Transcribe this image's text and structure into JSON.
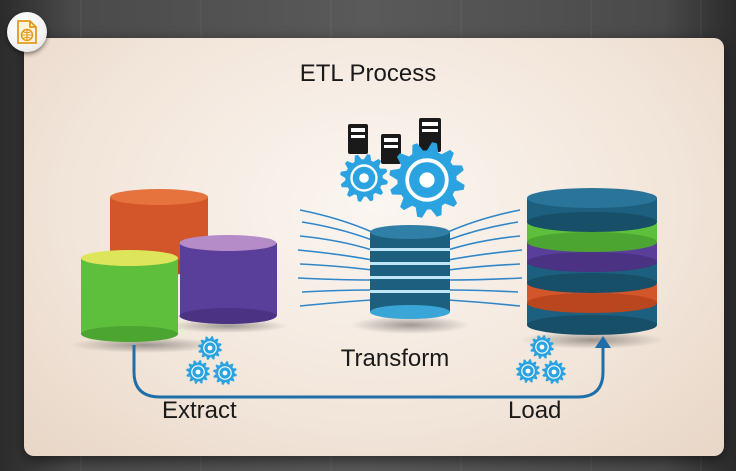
{
  "diagram": {
    "title": "ETL Process",
    "stages": {
      "extract": "Extract",
      "transform": "Transform",
      "load": "Load"
    }
  },
  "colors": {
    "flow_arrow": "#1f6ea8",
    "gear": "#2aa3e0",
    "source_orange": "#d2562a",
    "source_green": "#5ebf3c",
    "source_purple": "#5a3f9a",
    "warehouse_teal": "#1d5f7e"
  },
  "icons": [
    "app-badge-icon",
    "server-icon",
    "gear-icon",
    "database-icon",
    "arrow-icon"
  ]
}
